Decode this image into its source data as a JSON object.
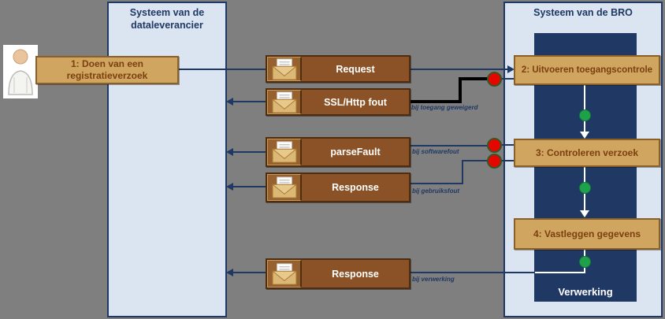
{
  "colors": {
    "background": "#7f7f7f",
    "panel_fill": "#dbe5f1",
    "navy": "#1f3864",
    "step_fill": "#d0a55f",
    "step_border": "#8a6028",
    "step_text": "#7b3f10",
    "message_fill": "#8a5226",
    "message_border": "#4f2d0e",
    "red_dot": "#e60600",
    "green_dot": "#1fa14b",
    "white": "#ffffff"
  },
  "panels": {
    "left": {
      "title": "Systeem van de dataleverancier"
    },
    "right": {
      "title": "Systeem van de BRO",
      "lane_label": "Verwerking"
    }
  },
  "icons": {
    "actor": "person-icon",
    "message": "envelope-icon"
  },
  "steps": [
    {
      "label": "1: Doen van een registratieverzoek"
    },
    {
      "label": "2: Uitvoeren toegangscontrole"
    },
    {
      "label": "3:  Controleren verzoek"
    },
    {
      "label": "4: Vastleggen gegevens"
    }
  ],
  "messages": [
    {
      "label": "Request",
      "direction": "right",
      "annotation": ""
    },
    {
      "label": "SSL/Http fout",
      "direction": "left",
      "annotation": "bij toegang geweigerd"
    },
    {
      "label": "parseFault",
      "direction": "left",
      "annotation": "bij softwarefout"
    },
    {
      "label": "Response",
      "direction": "left",
      "annotation": "bij gebruiksfout"
    },
    {
      "label": "Response",
      "direction": "left",
      "annotation": "bij verwerking"
    }
  ]
}
